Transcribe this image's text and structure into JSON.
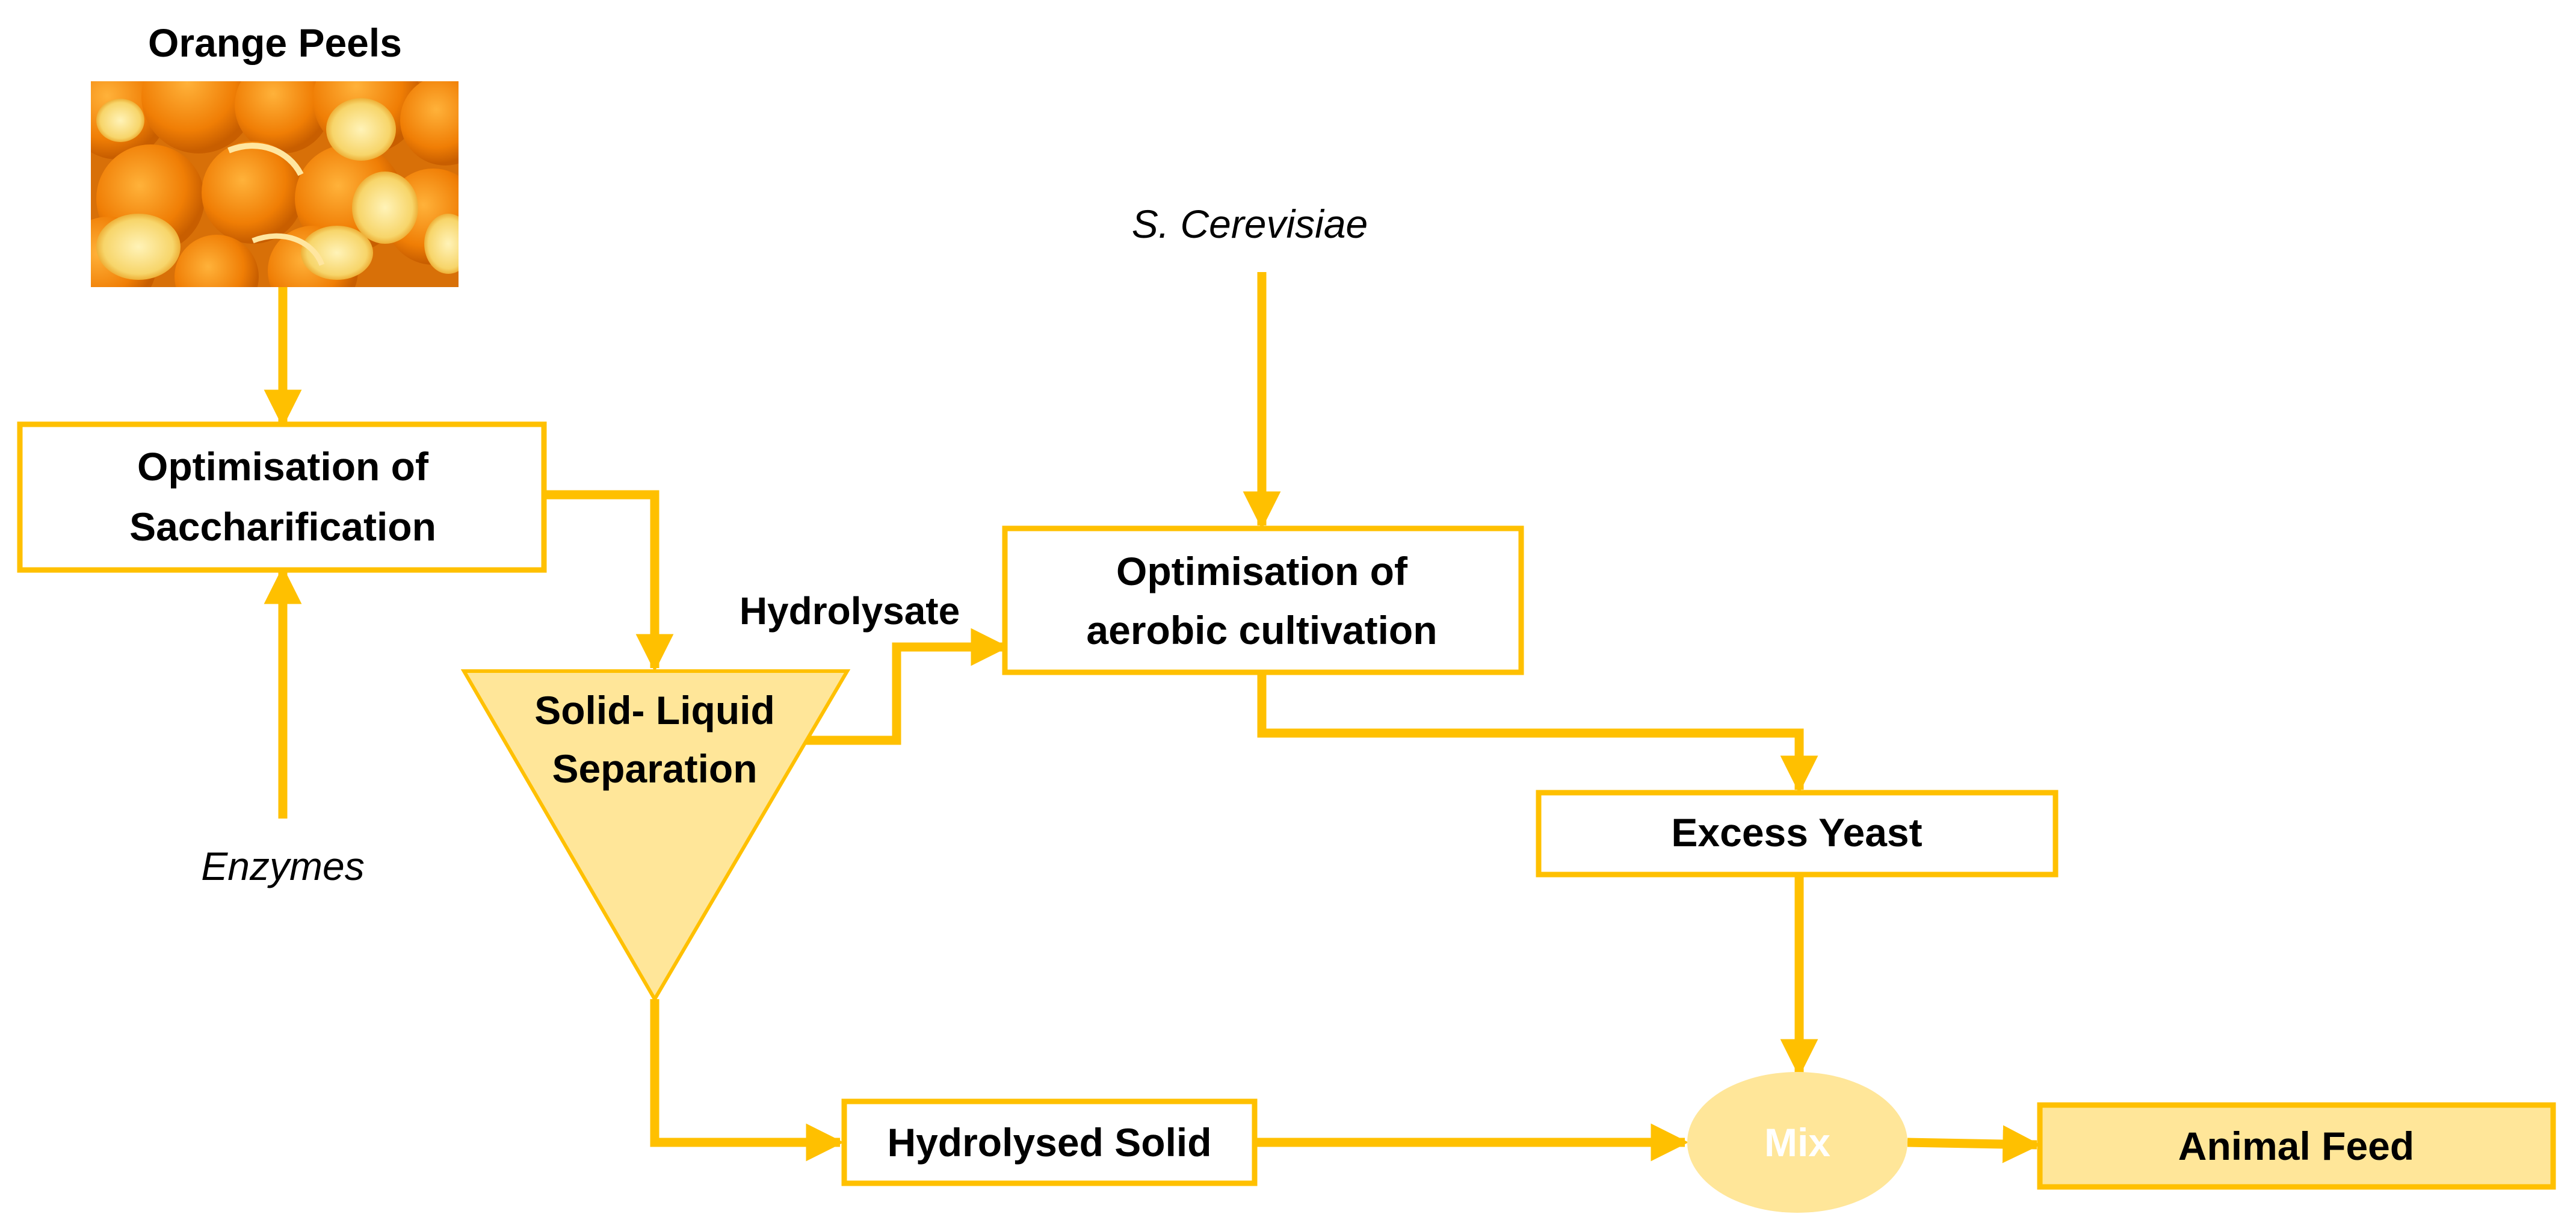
{
  "colors": {
    "accent": "#FFC000",
    "box_fill": "#FFFFFF",
    "light_fill": "#FFE699",
    "mix_fill": "#FFE699",
    "mix_text": "#FFFFFF",
    "text": "#000000"
  },
  "nodes": {
    "orange_peels": {
      "title": "Orange Peels",
      "image": "orange-peels-photo"
    },
    "saccharification": {
      "line1": "Optimisation of",
      "line2": "Saccharification"
    },
    "enzymes": {
      "label": "Enzymes"
    },
    "separation": {
      "line1": "Solid- Liquid",
      "line2": "Separation"
    },
    "hydrolysate": {
      "label": "Hydrolysate"
    },
    "s_cerevisiae": {
      "label": "S. Cerevisiae"
    },
    "cultivation": {
      "line1": "Optimisation of",
      "line2": "aerobic cultivation"
    },
    "excess_yeast": {
      "label": "Excess Yeast"
    },
    "hydrolysed_solid": {
      "label": "Hydrolysed Solid"
    },
    "mix": {
      "label": "Mix"
    },
    "animal_feed": {
      "label": "Animal Feed"
    }
  }
}
